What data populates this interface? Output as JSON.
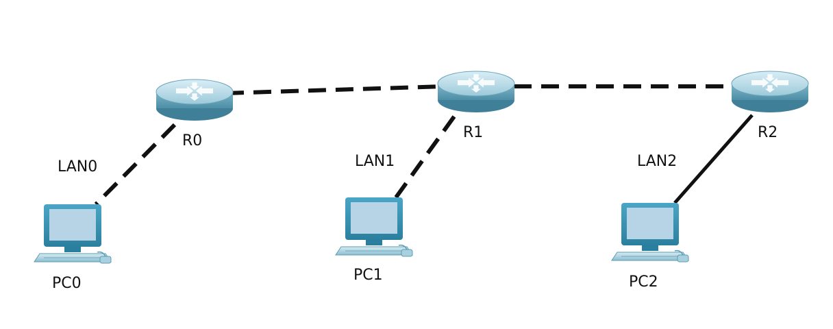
{
  "devices": {
    "routers": [
      {
        "label": "R0"
      },
      {
        "label": "R1"
      },
      {
        "label": "R2"
      }
    ],
    "pcs": [
      {
        "label": "PC0"
      },
      {
        "label": "PC1"
      },
      {
        "label": "PC2"
      }
    ]
  },
  "lans": [
    {
      "label": "LAN0"
    },
    {
      "label": "LAN1"
    },
    {
      "label": "LAN2"
    }
  ],
  "links": [
    {
      "from": "R0",
      "to": "R1",
      "style": "dashed"
    },
    {
      "from": "R1",
      "to": "R2",
      "style": "dashed"
    },
    {
      "from": "R0",
      "to": "PC0",
      "style": "dashed"
    },
    {
      "from": "R1",
      "to": "PC1",
      "style": "dashed"
    },
    {
      "from": "R2",
      "to": "PC2",
      "style": "solid"
    }
  ],
  "colors": {
    "router_body": "#7fb6c9",
    "router_top": "#c7e4ef",
    "router_shadow": "#4d8ea6",
    "pc_screen": "#b7d4e6",
    "pc_frame": "#2f8fb0",
    "link": "#111111"
  }
}
